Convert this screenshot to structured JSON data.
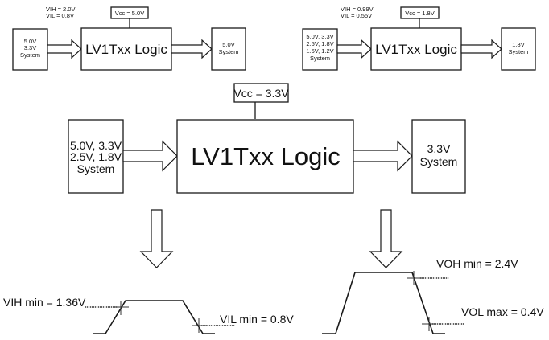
{
  "diagram": {
    "top_left": {
      "thresholds": [
        "VIH = 2.0V",
        "VIL = 0.8V"
      ],
      "vcc": "Vcc = 5.0V",
      "input_system": [
        "5.0V",
        "3.3V",
        "System"
      ],
      "logic": "LV1Txx Logic",
      "output_system": [
        "5.0V",
        "System"
      ]
    },
    "top_right": {
      "thresholds": [
        "VIH = 0.99V",
        "VIL = 0.55V"
      ],
      "vcc": "Vcc = 1.8V",
      "input_system": [
        "5.0V, 3.3V",
        "2.5V, 1.8V",
        "1.5V, 1.2V",
        "System"
      ],
      "logic": "LV1Txx Logic",
      "output_system": [
        "1.8V",
        "System"
      ]
    },
    "main": {
      "vcc": "Vcc = 3.3V",
      "input_system": [
        "5.0V, 3.3V",
        "2.5V, 1.8V",
        "System"
      ],
      "logic": "LV1Txx Logic",
      "output_system": [
        "3.3V",
        "System"
      ]
    },
    "input_waveform": {
      "vih_label": "VIH min = 1.36V",
      "vil_label": "VIL min = 0.8V"
    },
    "output_waveform": {
      "voh_label": "VOH min = 2.4V",
      "vol_label": "VOL max = 0.4V"
    }
  }
}
